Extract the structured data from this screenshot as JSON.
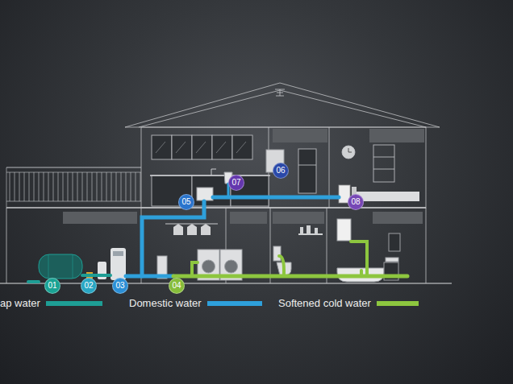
{
  "diagram": {
    "nodes": [
      {
        "text": [
          "01"
        ]
      },
      {
        "text": [
          "02"
        ]
      },
      {
        "text": [
          "03"
        ]
      },
      {
        "text": [
          "04"
        ]
      },
      {
        "text": [
          "05"
        ]
      },
      {
        "text": [
          "06"
        ]
      },
      {
        "text": [
          "07"
        ]
      },
      {
        "text": [
          "08"
        ]
      }
    ],
    "legend": [
      {
        "text": "ap water",
        "color": "#1e9e95"
      },
      {
        "text": "Domestic water",
        "color": "#2ea0db"
      },
      {
        "text": "Softened cold water",
        "color": "#8dc63f"
      }
    ]
  }
}
